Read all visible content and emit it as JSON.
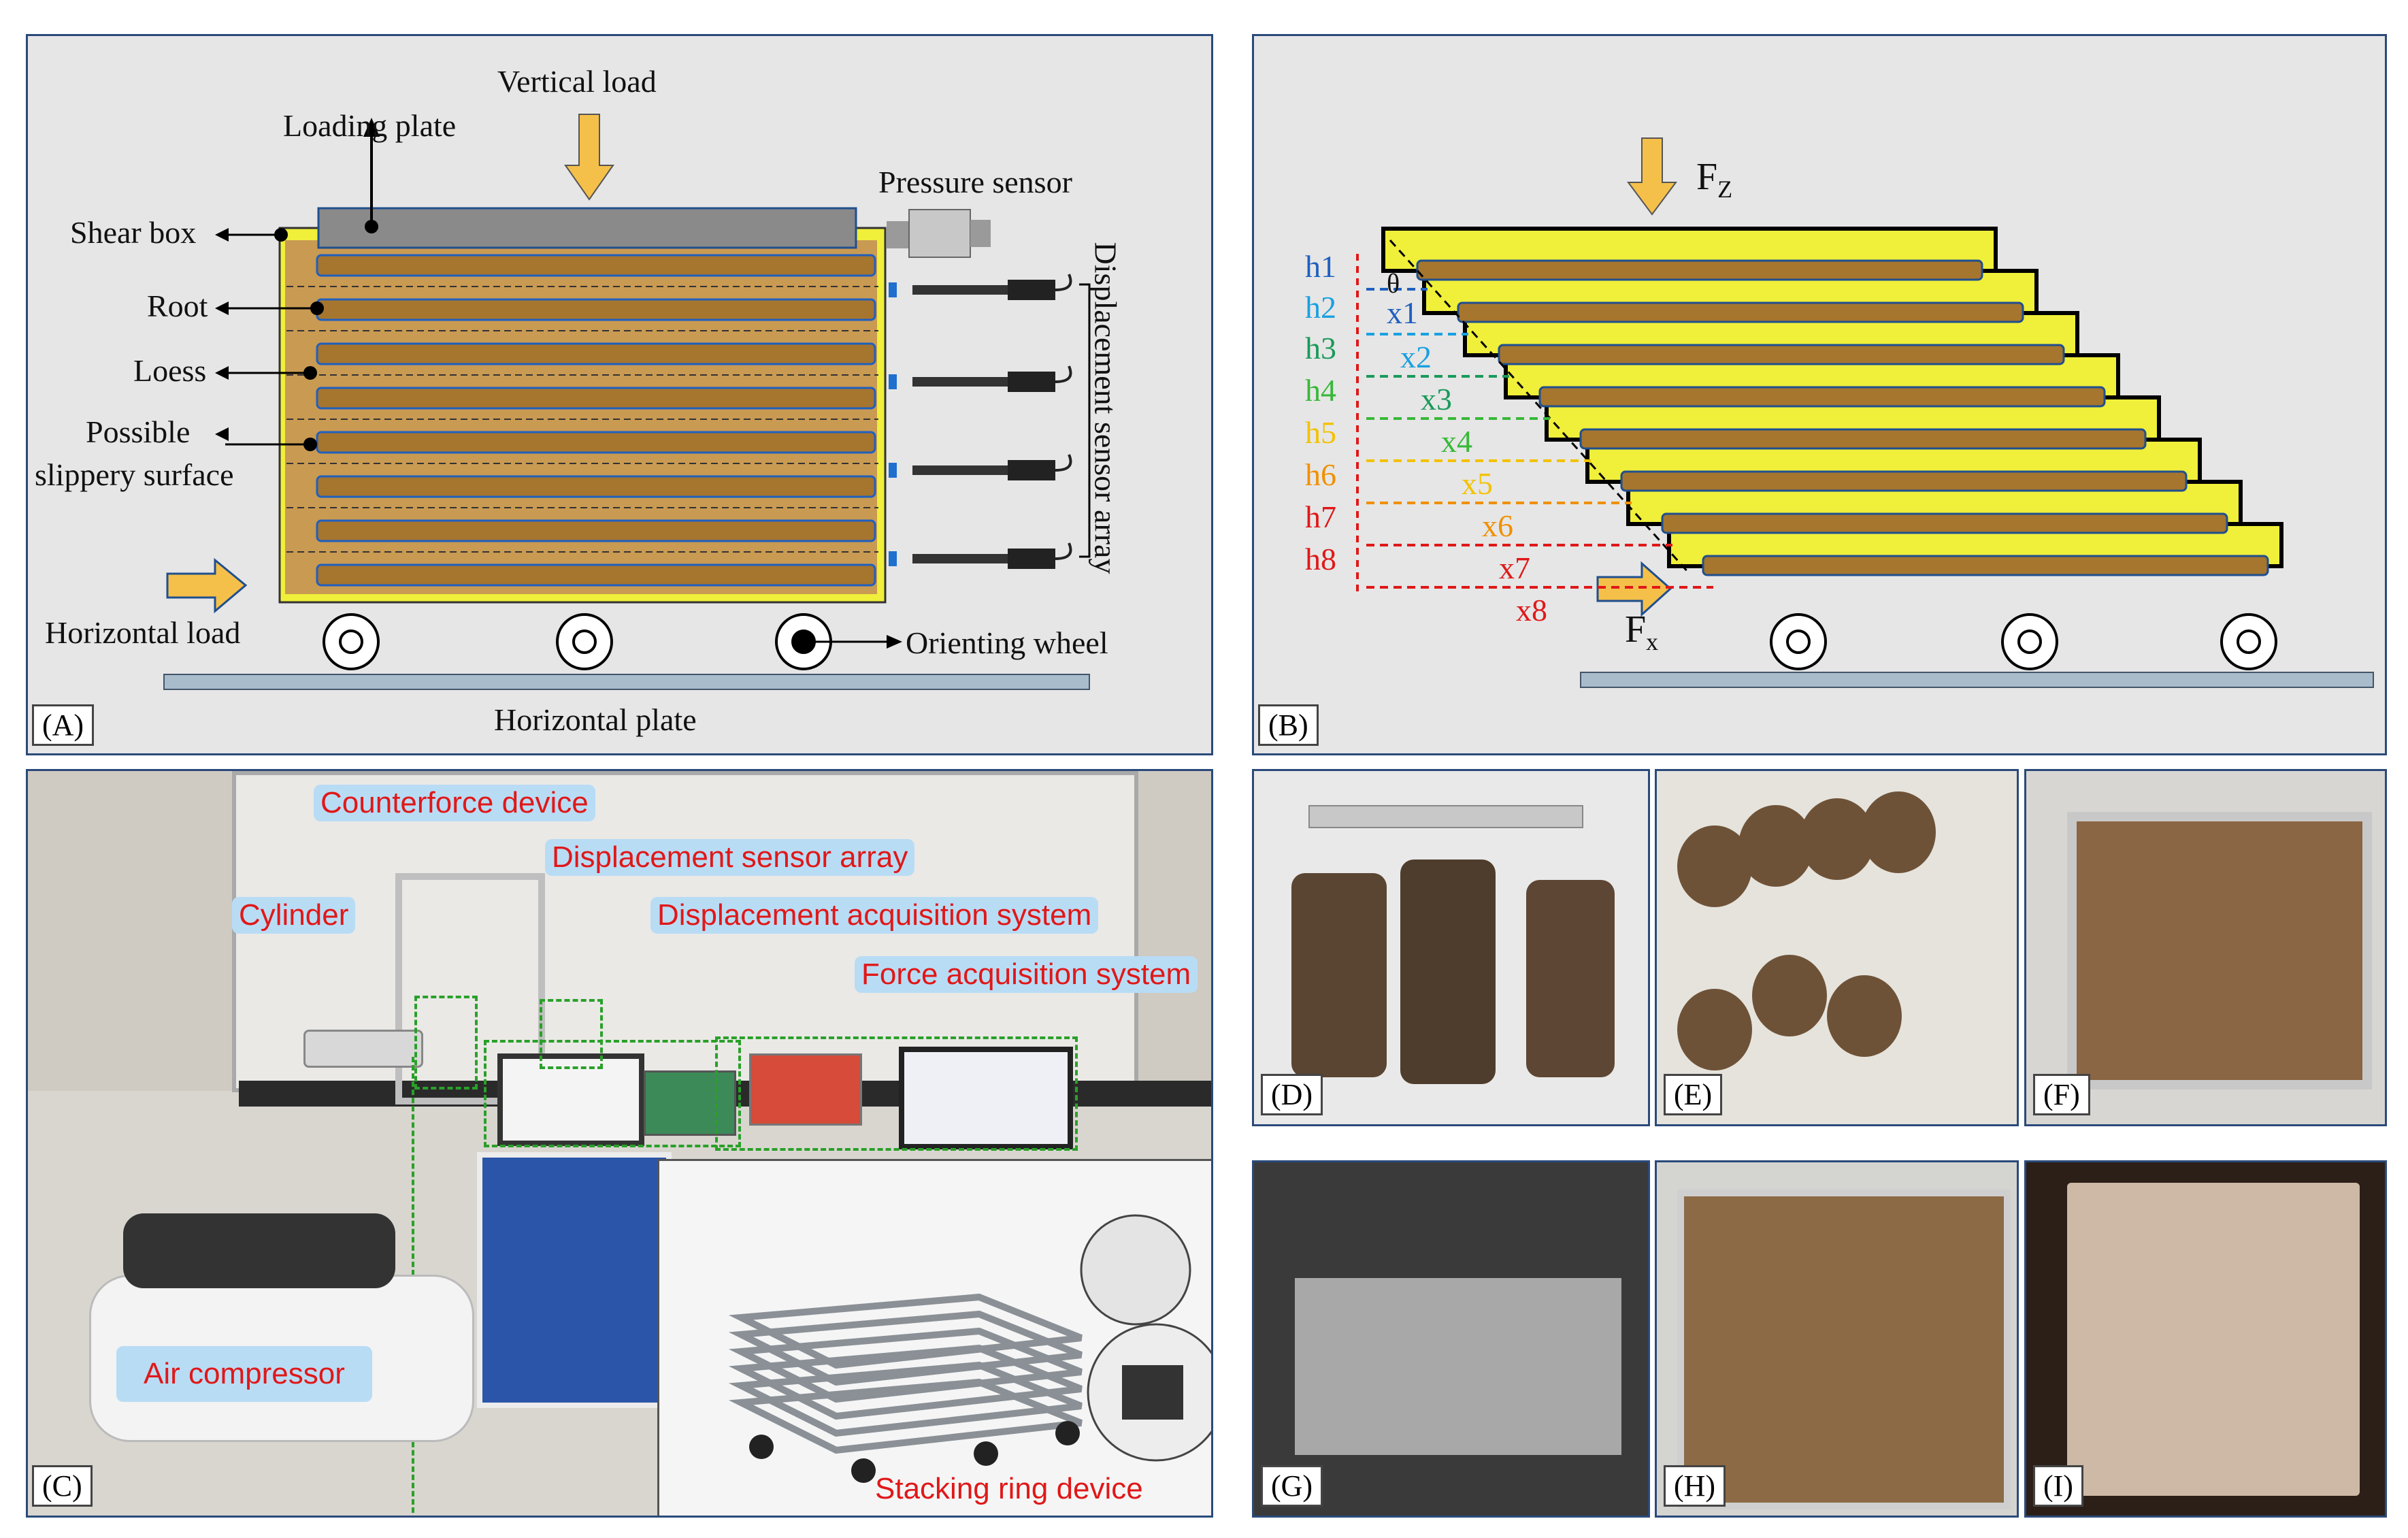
{
  "panel_a": {
    "tag": "(A)",
    "labels": {
      "vertical_load": "Vertical load",
      "loading_plate": "Loading plate",
      "pressure_sensor": "Pressure sensor",
      "shear_box": "Shear box",
      "root": "Root",
      "loess": "Loess",
      "possible": "Possible",
      "slippery": "slippery surface",
      "horizontal_load": "Horizontal load",
      "orienting_wheel": "Orienting wheel",
      "horizontal_plate": "Horizontal plate",
      "displacement_array": "Displacement sensor array"
    }
  },
  "panel_b": {
    "tag": "(B)",
    "fz": "F",
    "fz_sub": "Z",
    "fx": "F",
    "fx_sub": "x",
    "theta": "θ",
    "h_labels": [
      "h1",
      "h2",
      "h3",
      "h4",
      "h5",
      "h6",
      "h7",
      "h8"
    ],
    "x_labels": [
      "x1",
      "x2",
      "x3",
      "x4",
      "x5",
      "x6",
      "x7",
      "x8"
    ],
    "colors": [
      "#1f5fbf",
      "#1aa0e0",
      "#1a9a5a",
      "#38b838",
      "#9acd32",
      "#f2c200",
      "#f09000",
      "#e01818"
    ]
  },
  "panel_c": {
    "tag": "(C)",
    "labels": {
      "counterforce": "Counterforce device",
      "disp_sensor": "Displacement sensor array",
      "cylinder": "Cylinder",
      "disp_acq": "Displacement acquisition system",
      "force_acq": "Force acquisition system",
      "compressor": "Air compressor",
      "stacking": "Stacking ring device"
    }
  },
  "photos": {
    "d": "(D)",
    "e": "(E)",
    "f": "(F)",
    "g": "(G)",
    "h": "(H)",
    "i": "(I)"
  },
  "colors": {
    "soil_yellow": "#f0ef3a",
    "loess_brown": "#c99a52",
    "plate_gray": "#8a8a8a",
    "panel_bg": "#e6e6e6"
  }
}
